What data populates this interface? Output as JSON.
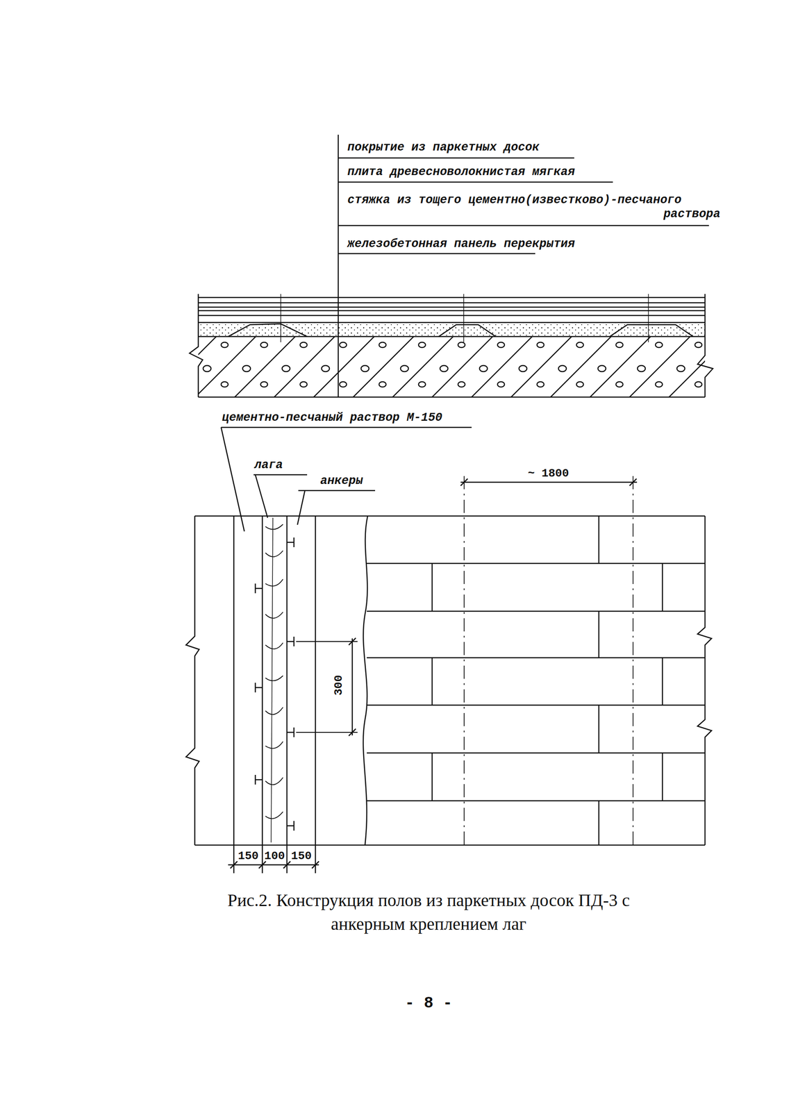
{
  "diagram": {
    "caption": "Рис.2. Конструкция полов из паркетных досок ПД-3 с анкерным креплением лаг",
    "labels": [
      "покрытие из паркетных досок",
      "плита древесноволокнистая мягкая",
      "стяжка из тощего цементно(известково)-песчаного раствора",
      "железобетонная панель перекрытия",
      "цементно-песчаный раствор М-150",
      "лага",
      "анкеры",
      "~ 1800",
      "300",
      "150",
      "100",
      "150",
      "- 8 -"
    ]
  }
}
